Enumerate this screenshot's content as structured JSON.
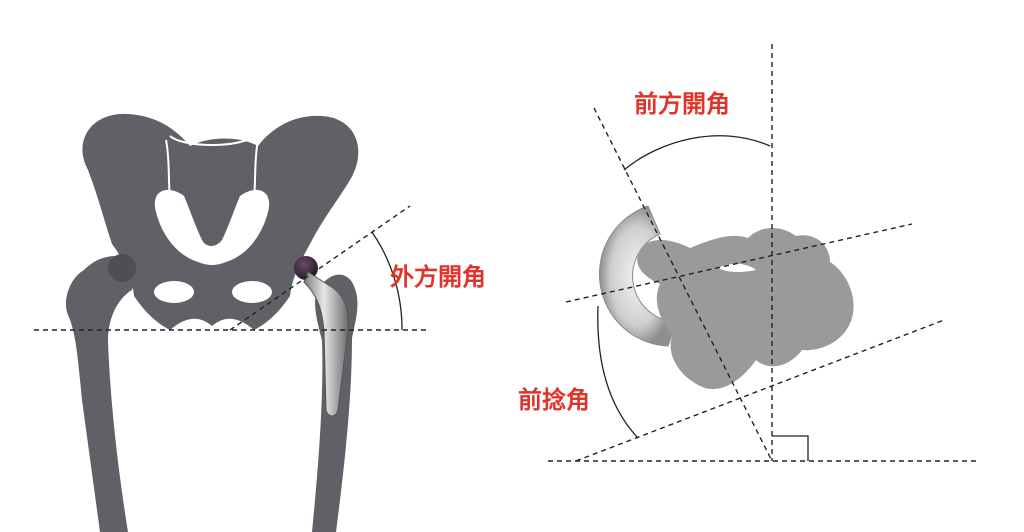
{
  "colors": {
    "bone": "#606166",
    "bone_dark": "#4e4f54",
    "femur_cross_section": "#9a9a9a",
    "cup": "#b3b3b3",
    "label_red": "#e0342b",
    "line": "#222222"
  },
  "labels": {
    "abduction_angle": "外方開角",
    "anteversion_angle": "前方開角",
    "femoral_anteversion_angle": "前捻角"
  },
  "icons": {
    "pelvis": "pelvis-bone-silhouette",
    "implant": "hip-implant-stem",
    "cross_section": "femoral-head-cup-cross-section",
    "right_angle": "right-angle-marker"
  }
}
